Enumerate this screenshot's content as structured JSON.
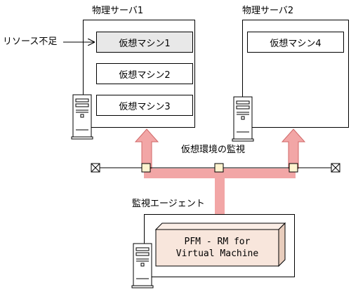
{
  "servers": [
    {
      "title": "物理サーバ1"
    },
    {
      "title": "物理サーバ2"
    }
  ],
  "vms": [
    {
      "label": "仮想マシン1",
      "fill": "#e8e8e8"
    },
    {
      "label": "仮想マシン2",
      "fill": "#ffffff"
    },
    {
      "label": "仮想マシン3",
      "fill": "#ffffff"
    },
    {
      "label": "仮想マシン4",
      "fill": "#ffffff"
    }
  ],
  "annotations": {
    "resource_shortage": "リソース不足",
    "monitoring": "仮想環境の監視",
    "agent": "監視エージェント"
  },
  "pfm": {
    "line1": "PFM - RM for",
    "line2": "Virtual Machine",
    "fill": "#f8e6dc"
  },
  "colors": {
    "arrow": "#f2a6a6",
    "arrow_stroke": "#d06868",
    "node_fill": "#fff4d0"
  }
}
